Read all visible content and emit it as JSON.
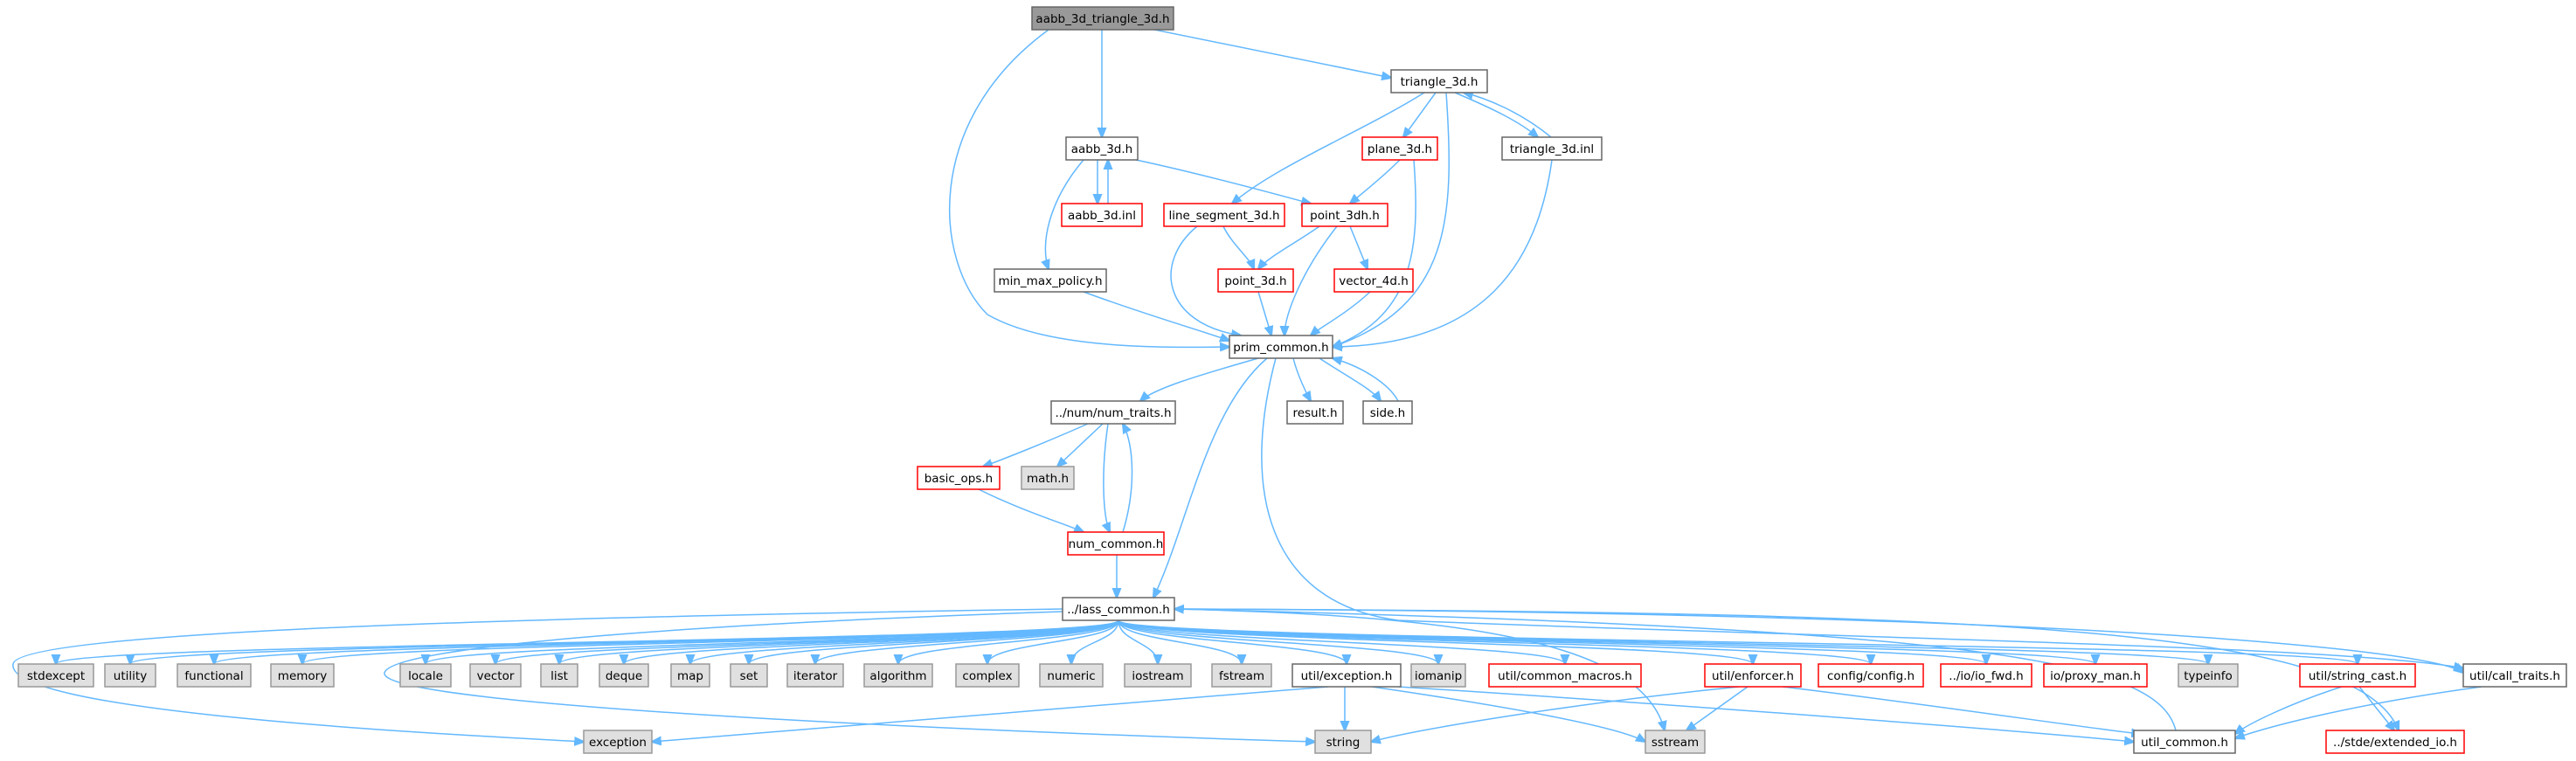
{
  "diagram": {
    "type": "include-dependency-graph",
    "colors": {
      "edge": "#63b8ff",
      "root_fill": "#999999",
      "root_border": "#666666",
      "normal_fill": "#ffffff",
      "normal_border": "#666666",
      "incomplete_fill": "#ffffff",
      "incomplete_border": "#ff0000",
      "external_fill": "#e0e0e0",
      "external_border": "#999999"
    },
    "nodes": [
      {
        "id": "aabb_3d_triangle_3d_h",
        "label": "aabb_3d_triangle_3d.h",
        "kind": "root"
      },
      {
        "id": "triangle_3d_h",
        "label": "triangle_3d.h",
        "kind": "normal"
      },
      {
        "id": "aabb_3d_h",
        "label": "aabb_3d.h",
        "kind": "normal"
      },
      {
        "id": "plane_3d_h",
        "label": "plane_3d.h",
        "kind": "incomplete"
      },
      {
        "id": "triangle_3d_inl",
        "label": "triangle_3d.inl",
        "kind": "normal"
      },
      {
        "id": "aabb_3d_inl",
        "label": "aabb_3d.inl",
        "kind": "incomplete"
      },
      {
        "id": "line_segment_3d_h",
        "label": "line_segment_3d.h",
        "kind": "incomplete"
      },
      {
        "id": "point_3dh_h",
        "label": "point_3dh.h",
        "kind": "incomplete"
      },
      {
        "id": "min_max_policy_h",
        "label": "min_max_policy.h",
        "kind": "normal"
      },
      {
        "id": "point_3d_h",
        "label": "point_3d.h",
        "kind": "incomplete"
      },
      {
        "id": "vector_4d_h",
        "label": "vector_4d.h",
        "kind": "incomplete"
      },
      {
        "id": "prim_common_h",
        "label": "prim_common.h",
        "kind": "normal"
      },
      {
        "id": "num_traits_h",
        "label": "../num/num_traits.h",
        "kind": "normal"
      },
      {
        "id": "result_h",
        "label": "result.h",
        "kind": "normal"
      },
      {
        "id": "side_h",
        "label": "side.h",
        "kind": "normal"
      },
      {
        "id": "basic_ops_h",
        "label": "basic_ops.h",
        "kind": "incomplete"
      },
      {
        "id": "math_h",
        "label": "math.h",
        "kind": "external"
      },
      {
        "id": "num_common_h",
        "label": "num_common.h",
        "kind": "incomplete"
      },
      {
        "id": "lass_common_h",
        "label": "../lass_common.h",
        "kind": "normal"
      },
      {
        "id": "stdexcept",
        "label": "stdexcept",
        "kind": "external"
      },
      {
        "id": "utility",
        "label": "utility",
        "kind": "external"
      },
      {
        "id": "functional",
        "label": "functional",
        "kind": "external"
      },
      {
        "id": "memory",
        "label": "memory",
        "kind": "external"
      },
      {
        "id": "locale",
        "label": "locale",
        "kind": "external"
      },
      {
        "id": "vector",
        "label": "vector",
        "kind": "external"
      },
      {
        "id": "list",
        "label": "list",
        "kind": "external"
      },
      {
        "id": "deque",
        "label": "deque",
        "kind": "external"
      },
      {
        "id": "map",
        "label": "map",
        "kind": "external"
      },
      {
        "id": "set",
        "label": "set",
        "kind": "external"
      },
      {
        "id": "iterator",
        "label": "iterator",
        "kind": "external"
      },
      {
        "id": "algorithm",
        "label": "algorithm",
        "kind": "external"
      },
      {
        "id": "complex",
        "label": "complex",
        "kind": "external"
      },
      {
        "id": "numeric",
        "label": "numeric",
        "kind": "external"
      },
      {
        "id": "iostream",
        "label": "iostream",
        "kind": "external"
      },
      {
        "id": "fstream",
        "label": "fstream",
        "kind": "external"
      },
      {
        "id": "util_exception_h",
        "label": "util/exception.h",
        "kind": "normal"
      },
      {
        "id": "iomanip",
        "label": "iomanip",
        "kind": "external"
      },
      {
        "id": "util_common_macros_h",
        "label": "util/common_macros.h",
        "kind": "incomplete"
      },
      {
        "id": "util_enforcer_h",
        "label": "util/enforcer.h",
        "kind": "incomplete"
      },
      {
        "id": "config_config_h",
        "label": "config/config.h",
        "kind": "incomplete"
      },
      {
        "id": "io_fwd_h",
        "label": "../io/io_fwd.h",
        "kind": "incomplete"
      },
      {
        "id": "io_proxy_man_h",
        "label": "io/proxy_man.h",
        "kind": "incomplete"
      },
      {
        "id": "typeinfo",
        "label": "typeinfo",
        "kind": "external"
      },
      {
        "id": "util_string_cast_h",
        "label": "util/string_cast.h",
        "kind": "incomplete"
      },
      {
        "id": "util_call_traits_h",
        "label": "util/call_traits.h",
        "kind": "normal"
      },
      {
        "id": "exception",
        "label": "exception",
        "kind": "external"
      },
      {
        "id": "string",
        "label": "string",
        "kind": "external"
      },
      {
        "id": "sstream",
        "label": "sstream",
        "kind": "external"
      },
      {
        "id": "util_common_h",
        "label": "util_common.h",
        "kind": "normal"
      },
      {
        "id": "stde_extended_io_h",
        "label": "../stde/extended_io.h",
        "kind": "incomplete"
      }
    ],
    "edges": [
      {
        "from": "aabb_3d_triangle_3d_h",
        "to": "triangle_3d_h"
      },
      {
        "from": "aabb_3d_triangle_3d_h",
        "to": "aabb_3d_h"
      },
      {
        "from": "aabb_3d_triangle_3d_h",
        "to": "prim_common_h"
      },
      {
        "from": "triangle_3d_h",
        "to": "plane_3d_h"
      },
      {
        "from": "triangle_3d_h",
        "to": "triangle_3d_inl"
      },
      {
        "from": "triangle_3d_h",
        "to": "line_segment_3d_h"
      },
      {
        "from": "triangle_3d_h",
        "to": "prim_common_h"
      },
      {
        "from": "triangle_3d_inl",
        "to": "triangle_3d_h"
      },
      {
        "from": "triangle_3d_inl",
        "to": "prim_common_h"
      },
      {
        "from": "aabb_3d_h",
        "to": "aabb_3d_inl"
      },
      {
        "from": "aabb_3d_inl",
        "to": "aabb_3d_h"
      },
      {
        "from": "aabb_3d_h",
        "to": "point_3dh_h"
      },
      {
        "from": "aabb_3d_h",
        "to": "min_max_policy_h"
      },
      {
        "from": "plane_3d_h",
        "to": "point_3dh_h"
      },
      {
        "from": "plane_3d_h",
        "to": "prim_common_h"
      },
      {
        "from": "line_segment_3d_h",
        "to": "point_3d_h"
      },
      {
        "from": "line_segment_3d_h",
        "to": "prim_common_h"
      },
      {
        "from": "point_3dh_h",
        "to": "point_3d_h"
      },
      {
        "from": "point_3dh_h",
        "to": "vector_4d_h"
      },
      {
        "from": "point_3dh_h",
        "to": "prim_common_h"
      },
      {
        "from": "min_max_policy_h",
        "to": "prim_common_h"
      },
      {
        "from": "point_3d_h",
        "to": "prim_common_h"
      },
      {
        "from": "vector_4d_h",
        "to": "prim_common_h"
      },
      {
        "from": "prim_common_h",
        "to": "num_traits_h"
      },
      {
        "from": "prim_common_h",
        "to": "result_h"
      },
      {
        "from": "prim_common_h",
        "to": "side_h"
      },
      {
        "from": "side_h",
        "to": "prim_common_h"
      },
      {
        "from": "prim_common_h",
        "to": "lass_common_h"
      },
      {
        "from": "prim_common_h",
        "to": "util_call_traits_h"
      },
      {
        "from": "num_traits_h",
        "to": "basic_ops_h"
      },
      {
        "from": "num_traits_h",
        "to": "math_h"
      },
      {
        "from": "num_traits_h",
        "to": "num_common_h"
      },
      {
        "from": "num_common_h",
        "to": "num_traits_h"
      },
      {
        "from": "basic_ops_h",
        "to": "num_common_h"
      },
      {
        "from": "num_common_h",
        "to": "lass_common_h"
      },
      {
        "from": "lass_common_h",
        "to": "stdexcept"
      },
      {
        "from": "lass_common_h",
        "to": "utility"
      },
      {
        "from": "lass_common_h",
        "to": "functional"
      },
      {
        "from": "lass_common_h",
        "to": "memory"
      },
      {
        "from": "lass_common_h",
        "to": "locale"
      },
      {
        "from": "lass_common_h",
        "to": "vector"
      },
      {
        "from": "lass_common_h",
        "to": "list"
      },
      {
        "from": "lass_common_h",
        "to": "deque"
      },
      {
        "from": "lass_common_h",
        "to": "map"
      },
      {
        "from": "lass_common_h",
        "to": "set"
      },
      {
        "from": "lass_common_h",
        "to": "iterator"
      },
      {
        "from": "lass_common_h",
        "to": "algorithm"
      },
      {
        "from": "lass_common_h",
        "to": "complex"
      },
      {
        "from": "lass_common_h",
        "to": "numeric"
      },
      {
        "from": "lass_common_h",
        "to": "iostream"
      },
      {
        "from": "lass_common_h",
        "to": "fstream"
      },
      {
        "from": "lass_common_h",
        "to": "util_exception_h"
      },
      {
        "from": "lass_common_h",
        "to": "iomanip"
      },
      {
        "from": "lass_common_h",
        "to": "util_common_macros_h"
      },
      {
        "from": "lass_common_h",
        "to": "util_enforcer_h"
      },
      {
        "from": "lass_common_h",
        "to": "config_config_h"
      },
      {
        "from": "lass_common_h",
        "to": "io_fwd_h"
      },
      {
        "from": "lass_common_h",
        "to": "io_proxy_man_h"
      },
      {
        "from": "lass_common_h",
        "to": "typeinfo"
      },
      {
        "from": "lass_common_h",
        "to": "util_string_cast_h"
      },
      {
        "from": "lass_common_h",
        "to": "util_call_traits_h"
      },
      {
        "from": "lass_common_h",
        "to": "exception"
      },
      {
        "from": "lass_common_h",
        "to": "string"
      },
      {
        "from": "lass_common_h",
        "to": "sstream"
      },
      {
        "from": "lass_common_h",
        "to": "stde_extended_io_h"
      },
      {
        "from": "util_exception_h",
        "to": "exception"
      },
      {
        "from": "util_exception_h",
        "to": "string"
      },
      {
        "from": "util_exception_h",
        "to": "sstream"
      },
      {
        "from": "util_exception_h",
        "to": "util_common_h"
      },
      {
        "from": "util_enforcer_h",
        "to": "string"
      },
      {
        "from": "util_enforcer_h",
        "to": "sstream"
      },
      {
        "from": "util_enforcer_h",
        "to": "util_common_h"
      },
      {
        "from": "util_string_cast_h",
        "to": "util_common_h"
      },
      {
        "from": "util_string_cast_h",
        "to": "stde_extended_io_h"
      },
      {
        "from": "util_call_traits_h",
        "to": "util_common_h"
      },
      {
        "from": "util_common_h",
        "to": "lass_common_h"
      }
    ]
  }
}
